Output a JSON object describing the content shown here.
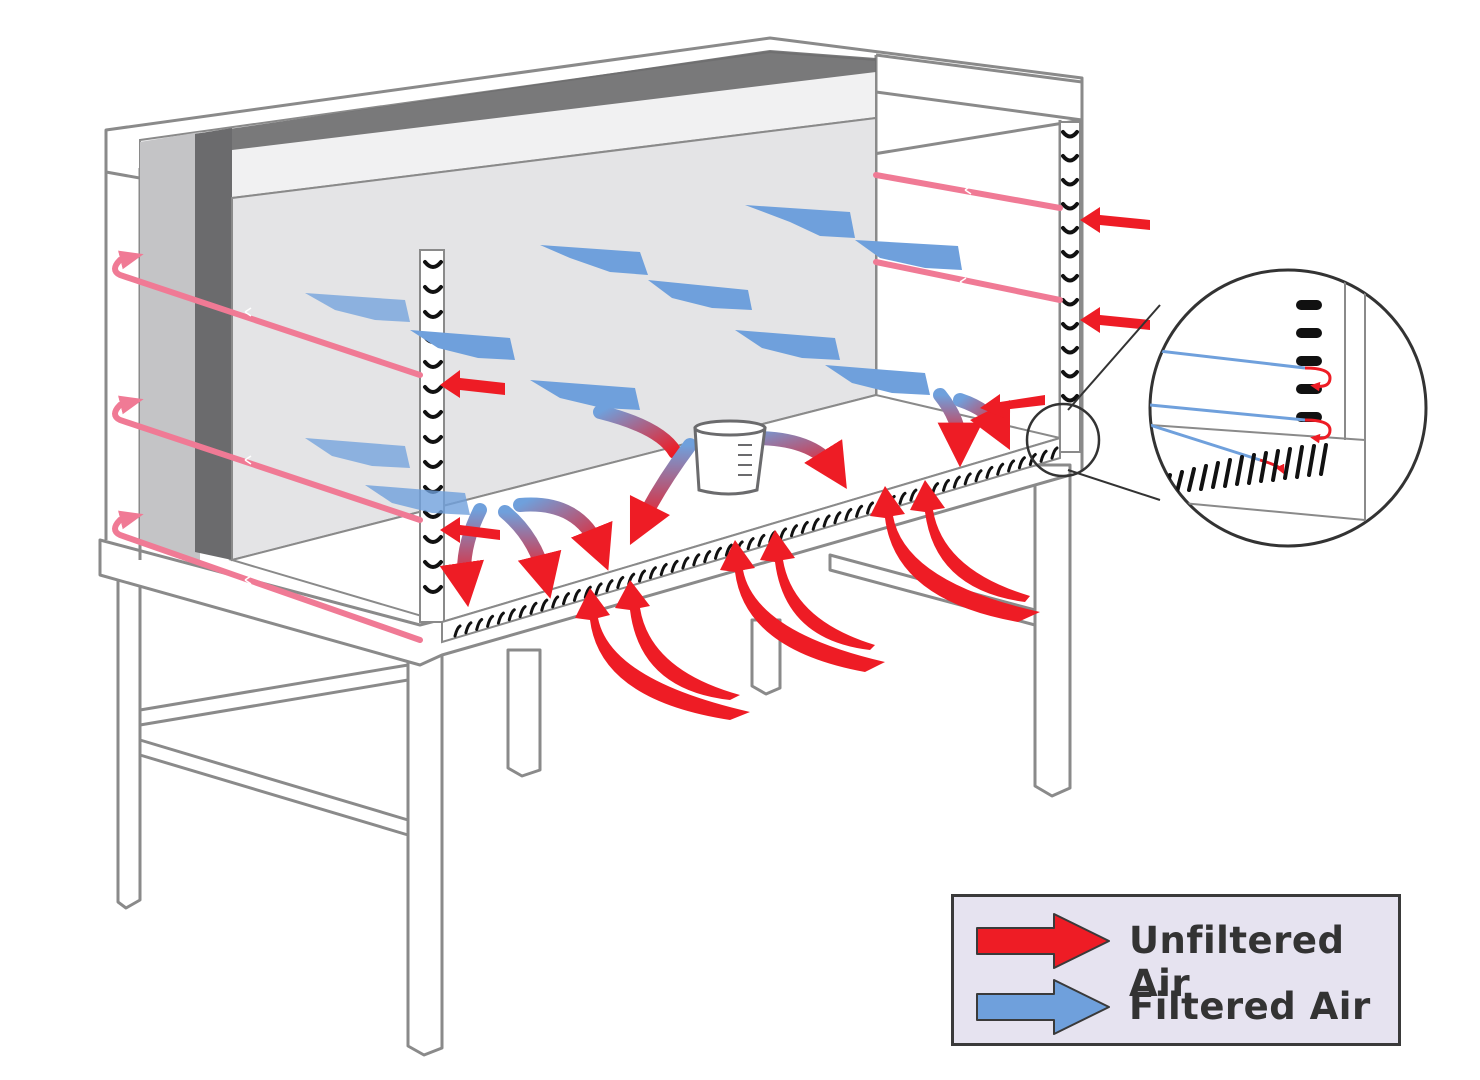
{
  "colors": {
    "unfiltered": "#ee1c25",
    "filtered": "#6fa0dc",
    "pink_airflow": "#f07a95",
    "frame": "#8a8a8a",
    "hepa_light": "#c4c4c6",
    "hepa_dark": "#6b6b6d",
    "chamber": "#e4e4e6",
    "legend_bg": "#e6e3f0"
  },
  "objects": [
    "beaker",
    "hepa-filter",
    "front-grille",
    "stand",
    "magnified-detail"
  ],
  "legend": {
    "unfiltered_label": "Unfiltered Air",
    "filtered_label": "Filtered Air"
  }
}
